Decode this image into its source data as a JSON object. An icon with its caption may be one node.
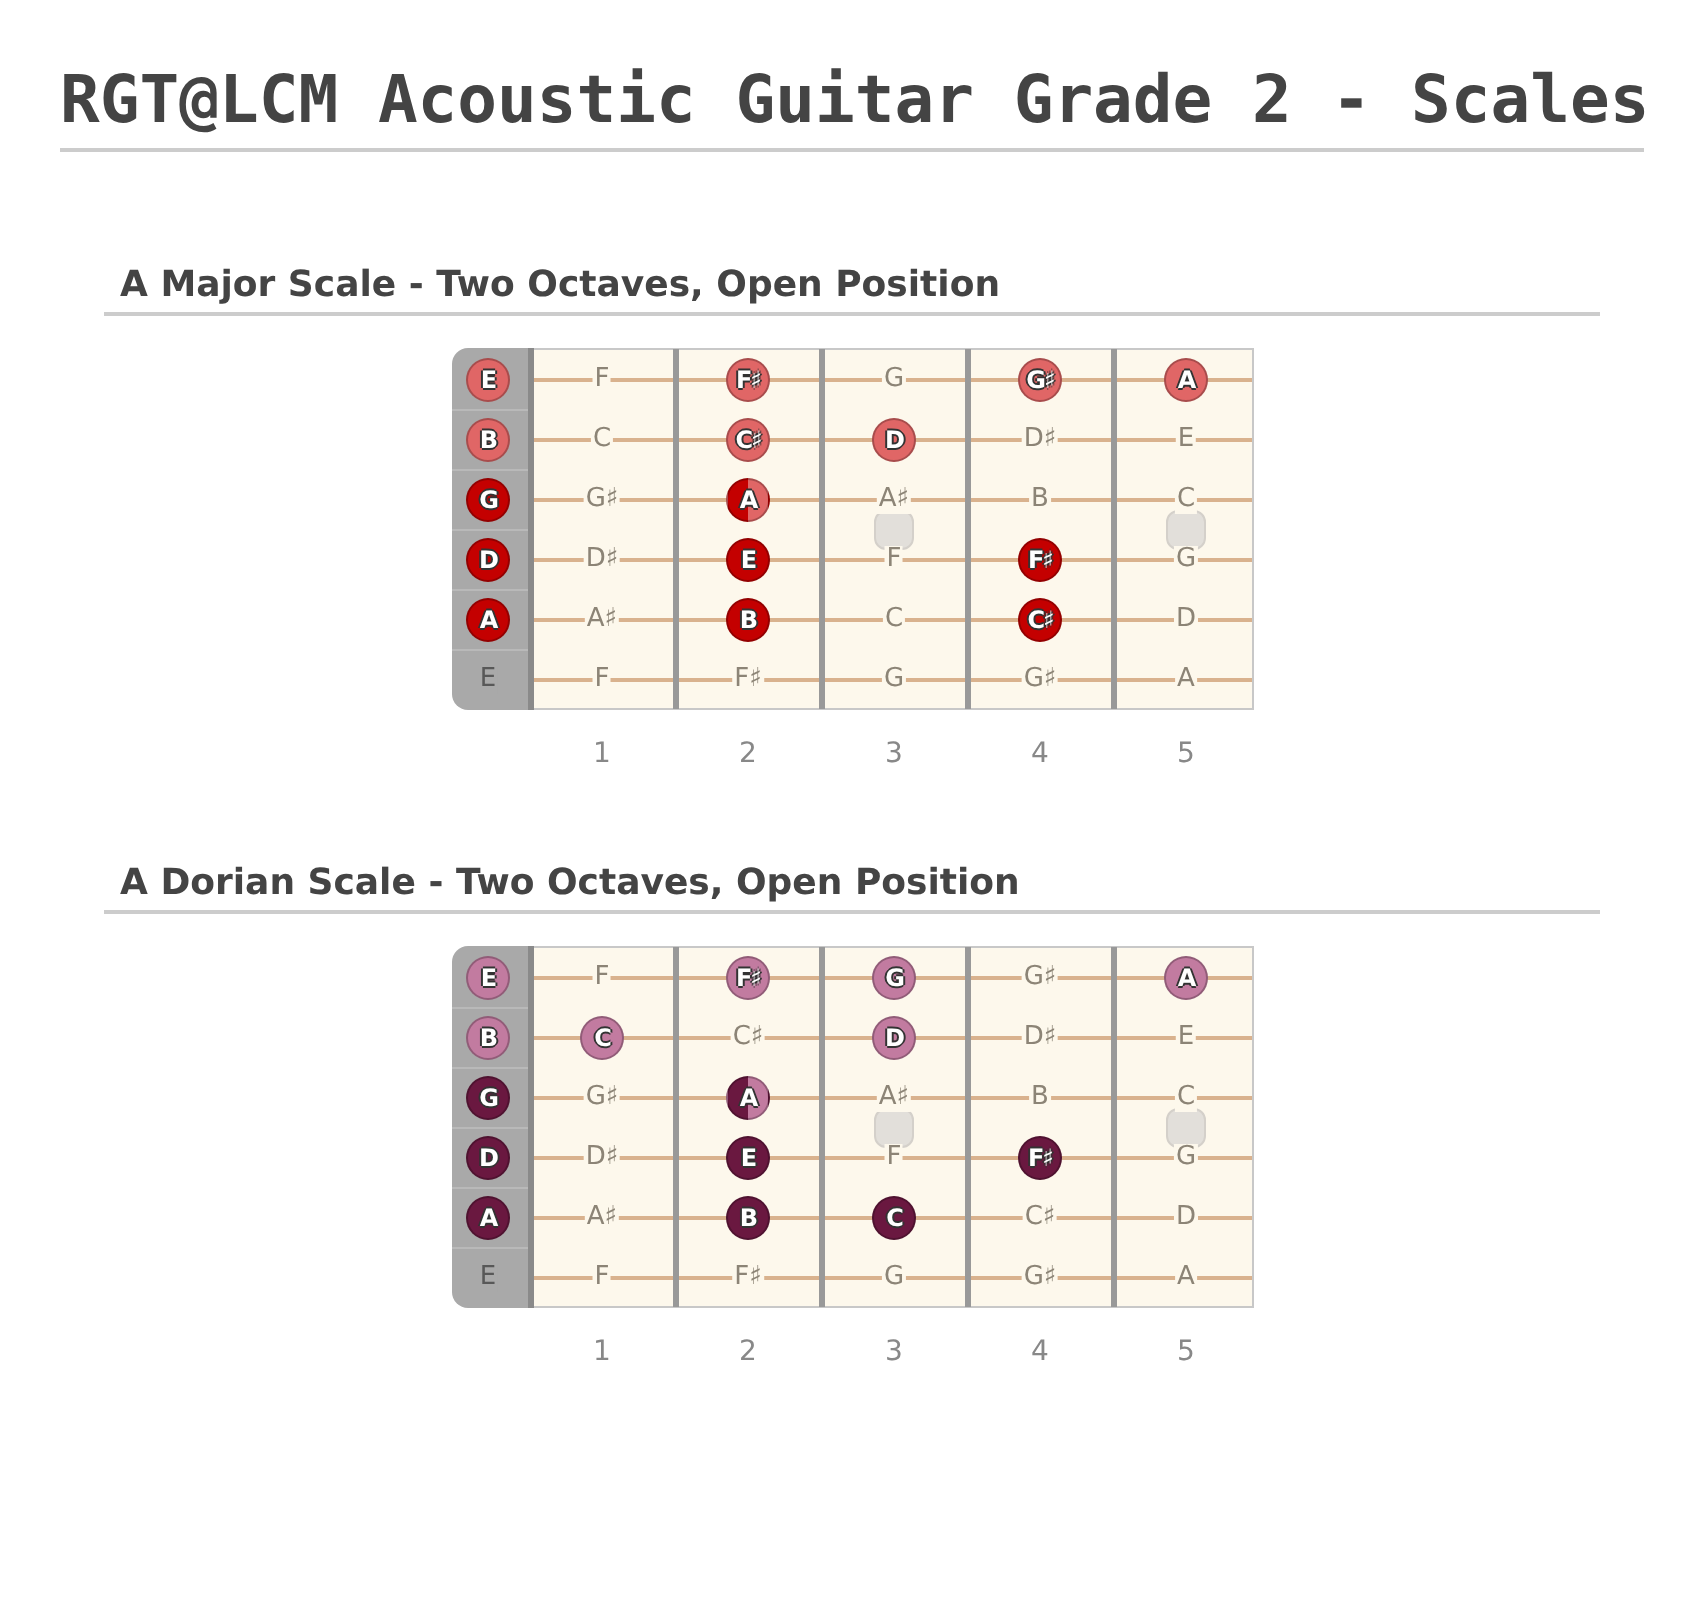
{
  "diagram": {
    "title": "RGT@LCM Acoustic Guitar Grade 2 - Scales",
    "nodes": [
      {
        "text": [
          "E"
        ]
      },
      {
        "text": [
          "F♯"
        ]
      },
      {
        "text": [
          "G♯"
        ]
      },
      {
        "text": [
          "A"
        ]
      },
      {
        "text": [
          "B"
        ]
      },
      {
        "text": [
          "C♯"
        ]
      },
      {
        "text": [
          "D"
        ]
      },
      {
        "text": [
          "G"
        ]
      },
      {
        "text": [
          "A"
        ]
      },
      {
        "text": [
          "D"
        ]
      },
      {
        "text": [
          "E"
        ]
      },
      {
        "text": [
          "F♯"
        ]
      },
      {
        "text": [
          "A"
        ]
      },
      {
        "text": [
          "B"
        ]
      },
      {
        "text": [
          "C♯"
        ]
      },
      {
        "text": [
          "E"
        ]
      },
      {
        "text": [
          "F♯"
        ]
      },
      {
        "text": [
          "G"
        ]
      },
      {
        "text": [
          "A"
        ]
      },
      {
        "text": [
          "B"
        ]
      },
      {
        "text": [
          "C"
        ]
      },
      {
        "text": [
          "D"
        ]
      },
      {
        "text": [
          "G"
        ]
      },
      {
        "text": [
          "A"
        ]
      },
      {
        "text": [
          "D"
        ]
      },
      {
        "text": [
          "E"
        ]
      },
      {
        "text": [
          "F♯"
        ]
      },
      {
        "text": [
          "A"
        ]
      },
      {
        "text": [
          "B"
        ]
      },
      {
        "text": [
          "C"
        ]
      }
    ],
    "labels": [
      "A Major Scale - Two Octaves, Open Position",
      "F",
      "G",
      "C",
      "D♯",
      "E",
      "G♯",
      "A♯",
      "B",
      "C",
      "D♯",
      "F",
      "G",
      "A♯",
      "C",
      "D",
      "E",
      "F",
      "F♯",
      "G",
      "G♯",
      "A",
      "1",
      "2",
      "3",
      "4",
      "5",
      "A Dorian Scale - Two Octaves, Open Position",
      "F",
      "G♯",
      "C♯",
      "D♯",
      "E",
      "G♯",
      "A♯",
      "B",
      "C",
      "D♯",
      "F",
      "G",
      "A♯",
      "C♯",
      "D",
      "E",
      "F",
      "F♯",
      "G",
      "G♯",
      "A",
      "1",
      "2",
      "3",
      "4",
      "5"
    ]
  }
}
